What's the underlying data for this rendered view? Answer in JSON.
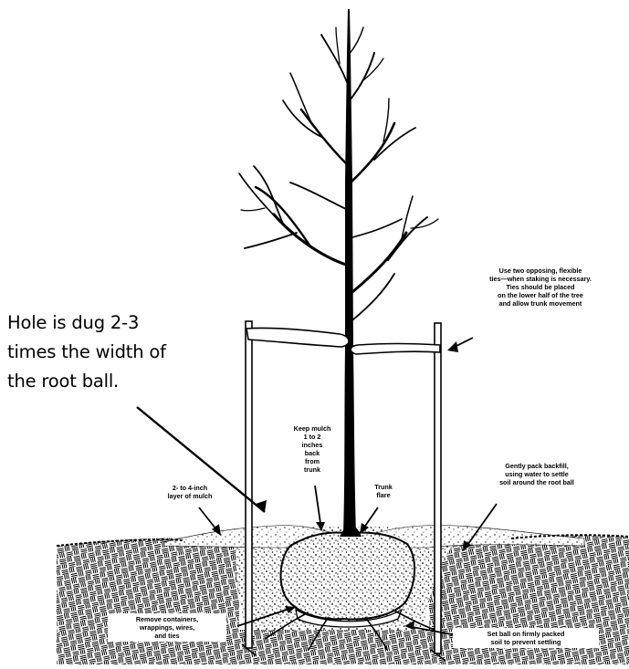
{
  "hole_label": {
    "lines": [
      "Hole is dug 2-3",
      "times the width of",
      "the root ball."
    ]
  },
  "labels": {
    "ties": [
      "Use two opposing, flexible",
      "ties—when staking is necessary.",
      "Ties should be placed",
      "on the lower half of the tree",
      "and allow trunk movement"
    ],
    "mulch_back": [
      "Keep mulch",
      "1 to 2",
      "inches",
      "back",
      "from",
      "trunk"
    ],
    "trunk_flare": [
      "Trunk",
      "flare"
    ],
    "mulch_layer": [
      "2- to 4-inch",
      "layer of mulch"
    ],
    "backfill": [
      "Gently pack backfill,",
      "using water to settle",
      "soil around the root ball"
    ],
    "remove": [
      "Remove containers,",
      "wrappings, wires,",
      "and ties"
    ],
    "set_ball": [
      "Set ball on firmly packed",
      "soil to prevent settling"
    ]
  }
}
